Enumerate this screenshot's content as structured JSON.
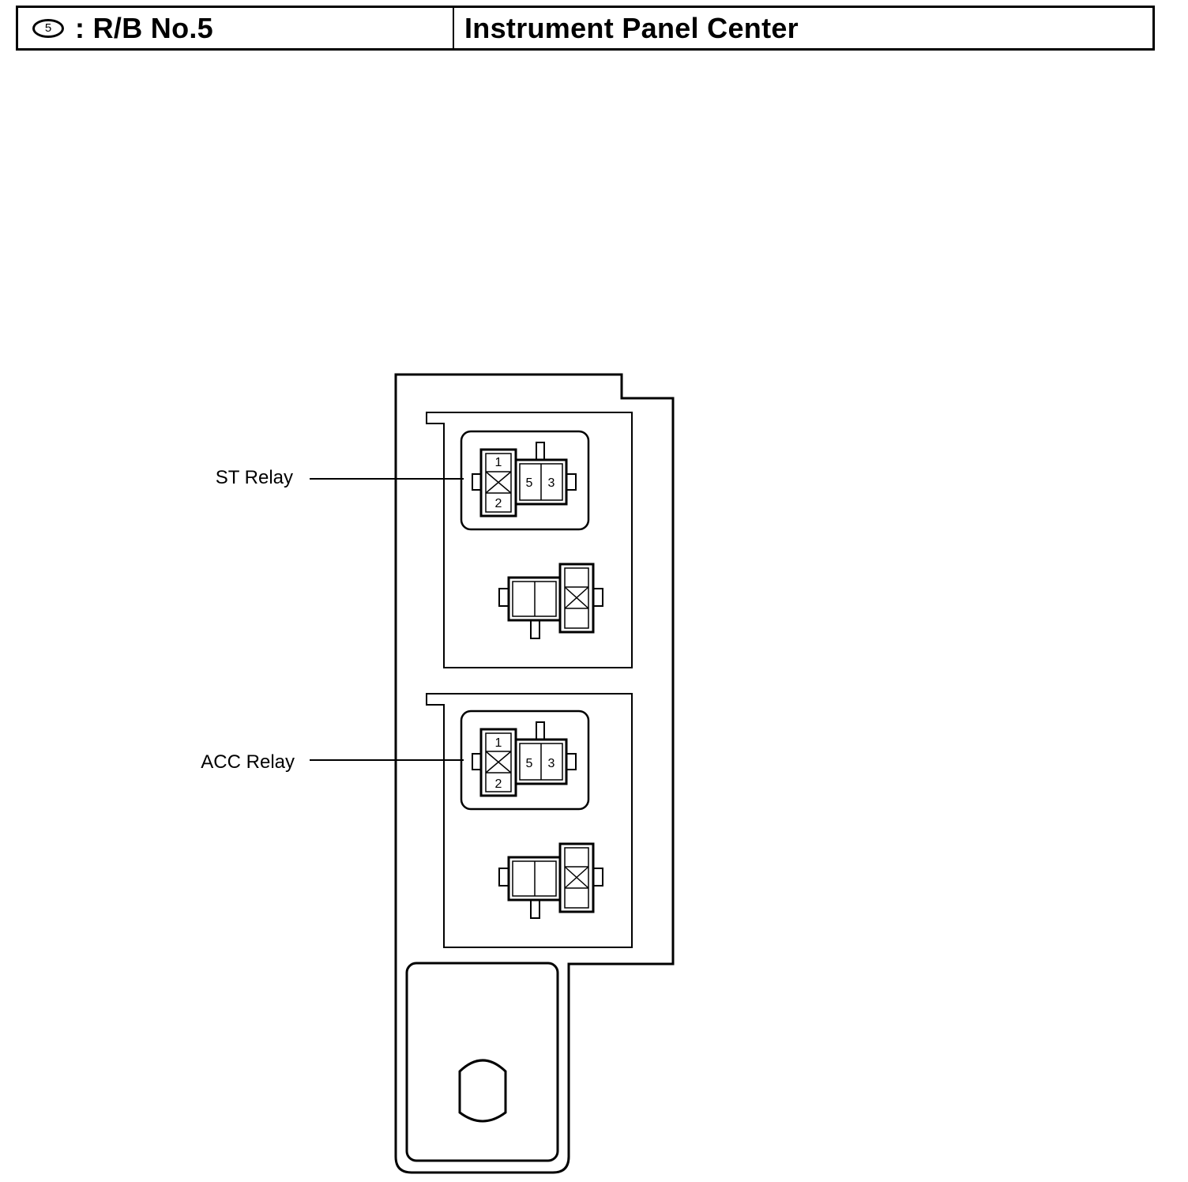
{
  "header": {
    "badge_number": "5",
    "block_name": ": R/B No.5",
    "location": "Instrument Panel Center"
  },
  "relays": [
    {
      "label": "ST Relay",
      "pins": {
        "top_left": "1",
        "bottom_left": "2",
        "center": "5",
        "right": "3"
      }
    },
    {
      "label": "ACC Relay",
      "pins": {
        "top_left": "1",
        "bottom_left": "2",
        "center": "5",
        "right": "3"
      }
    }
  ]
}
